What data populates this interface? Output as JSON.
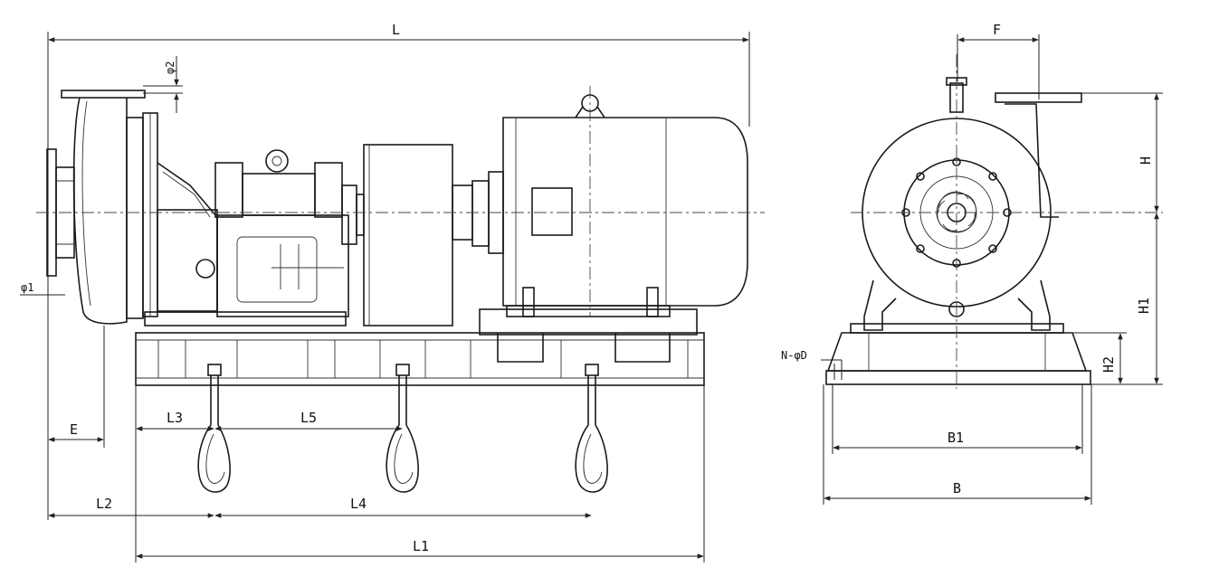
{
  "dimensions": {
    "L": "L",
    "phi2": "φ2",
    "phi1": "φ1",
    "E": "E",
    "L3": "L3",
    "L5": "L5",
    "L2": "L2",
    "L4": "L4",
    "L1": "L1",
    "F": "F",
    "H": "H",
    "H1": "H1",
    "H2": "H2",
    "N_phiD": "N-φD",
    "B1": "B1",
    "B": "B"
  },
  "colors": {
    "line": "#1a1a1a",
    "background": "#ffffff"
  }
}
